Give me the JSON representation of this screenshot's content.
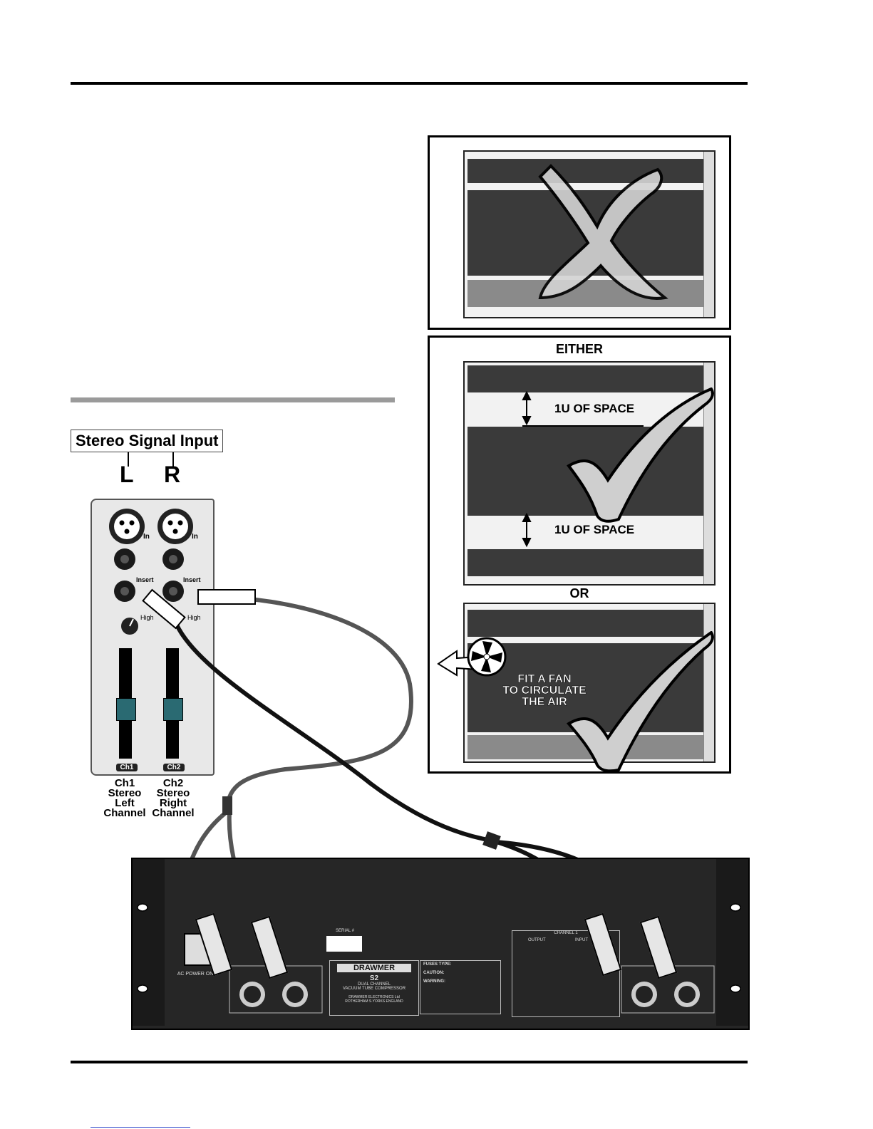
{
  "diagram": {
    "either_label": "EITHER",
    "or_label": "OR",
    "space_label_top": "1U OF SPACE",
    "space_label_bottom": "1U OF SPACE",
    "fan_label_line1": "FIT A FAN",
    "fan_label_line2": "TO CIRCULATE",
    "fan_label_line3": "THE AIR"
  },
  "mixer": {
    "stereo_signal_input": "Stereo Signal Input",
    "left_label": "L",
    "right_label": "R",
    "in_label": "In",
    "insert_label": "Insert",
    "high_label": "High",
    "ch1_tab": "Ch1",
    "ch2_tab": "Ch2",
    "ch1_caption": [
      "Ch1",
      "Stereo",
      "Left",
      "Channel"
    ],
    "ch2_caption": [
      "Ch2",
      "Stereo",
      "Right",
      "Channel"
    ]
  },
  "device": {
    "brand": "DRAWMER",
    "model": "S2",
    "desc_line1": "DUAL CHANNEL",
    "desc_line2": "VACUUM TUBE COMPRESSOR",
    "maker_line1": "DRAWMER ELECTRONICS Ltd",
    "maker_line2": "ROTHERHAM S.YORKS ENGLAND",
    "serial_label": "SERIAL #",
    "channel_1_label": "CHANNEL 1",
    "output_label": "OUTPUT",
    "input_label": "INPUT",
    "fuses_label": "FUSES TYPE:",
    "caution_label": "CAUTION:",
    "warning_label": "WARNING:",
    "ac_power_label": "AC POWER ONLY"
  }
}
